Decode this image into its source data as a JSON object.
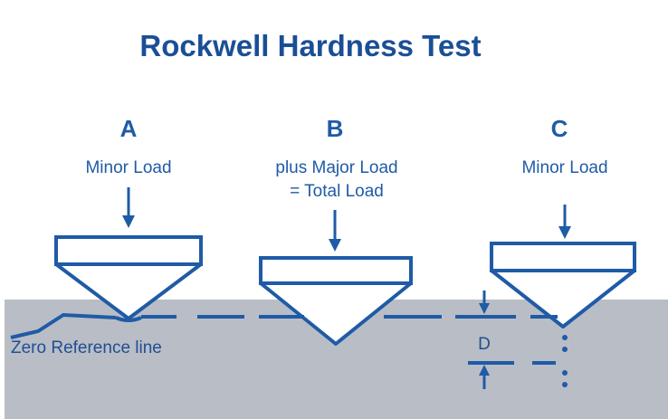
{
  "title": "Rockwell Hardness Test",
  "panels": [
    {
      "letter": "A",
      "load_lines": [
        "Minor Load"
      ]
    },
    {
      "letter": "B",
      "load_lines": [
        "plus Major Load",
        "= Total Load"
      ]
    },
    {
      "letter": "C",
      "load_lines": [
        "Minor Load"
      ]
    }
  ],
  "reference_label": "Zero Reference line",
  "depth_label": "D",
  "colors": {
    "line": "#1f5ba6",
    "title": "#1a4f96",
    "material": "#b9bdc6",
    "indenter_fill": "#ffffff"
  }
}
